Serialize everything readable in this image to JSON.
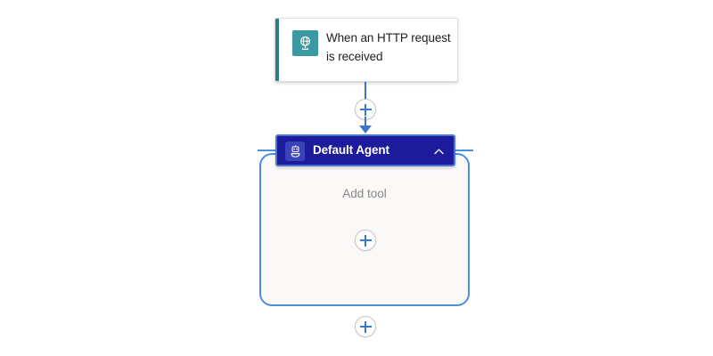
{
  "canvas": {
    "background_color": "#ffffff",
    "accent_color": "#3b78cd",
    "agent_header_color": "#1b1b9c",
    "agent_border_color": "#4a90e2",
    "trigger_accent_color": "#2a7e86"
  },
  "trigger": {
    "title": "When an HTTP request is received",
    "icon": "http-request-globe-icon"
  },
  "connector": {
    "add_action_icon": "plus-icon"
  },
  "agent": {
    "name": "Default Agent",
    "icon": "robot-agent-icon",
    "collapse_icon": "chevron-up-icon",
    "add_tool_label": "Add tool",
    "add_tool_icon": "plus-icon"
  },
  "bottom": {
    "add_action_icon": "plus-icon"
  }
}
